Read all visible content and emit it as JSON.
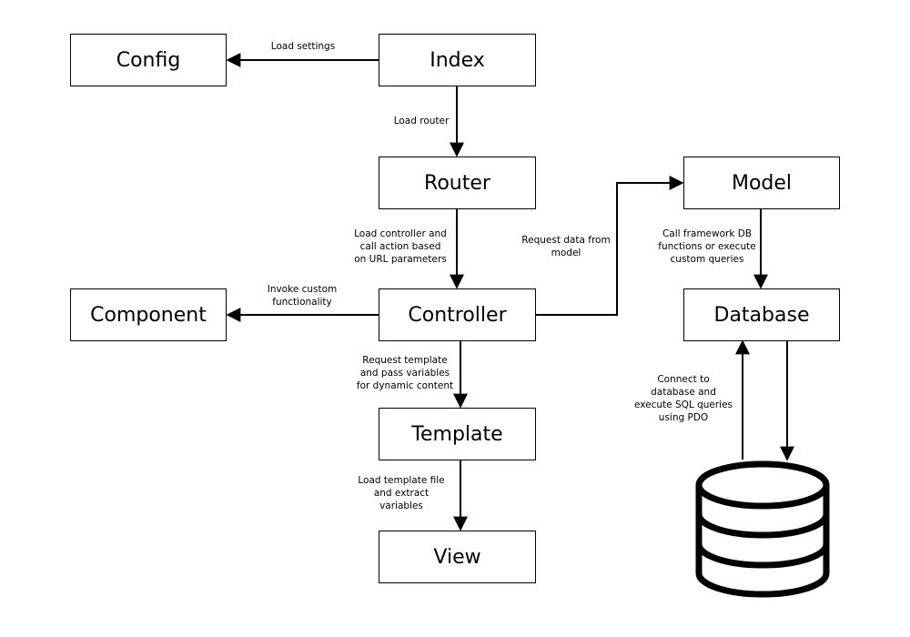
{
  "nodes": {
    "config": "Config",
    "index": "Index",
    "router": "Router",
    "model": "Model",
    "component": "Component",
    "controller": "Controller",
    "database": "Database",
    "template": "Template",
    "view": "View"
  },
  "edges": {
    "index_to_config": "Load settings",
    "index_to_router": "Load router",
    "router_to_controller": "Load controller and\ncall action based\non URL parameters",
    "controller_to_model": "Request data from\nmodel",
    "model_to_database": "Call framework DB\nfunctions or execute\ncustom queries",
    "controller_to_component": "Invoke custom\nfunctionality",
    "controller_to_template": "Request template\nand pass variables\nfor dynamic content",
    "template_to_view": "Load template file\nand extract\nvariables",
    "database_to_db": "Connect to\ndatabase and\nexecute SQL queries\nusing PDO"
  },
  "icons": {
    "storage": "database-cylinder-icon"
  }
}
